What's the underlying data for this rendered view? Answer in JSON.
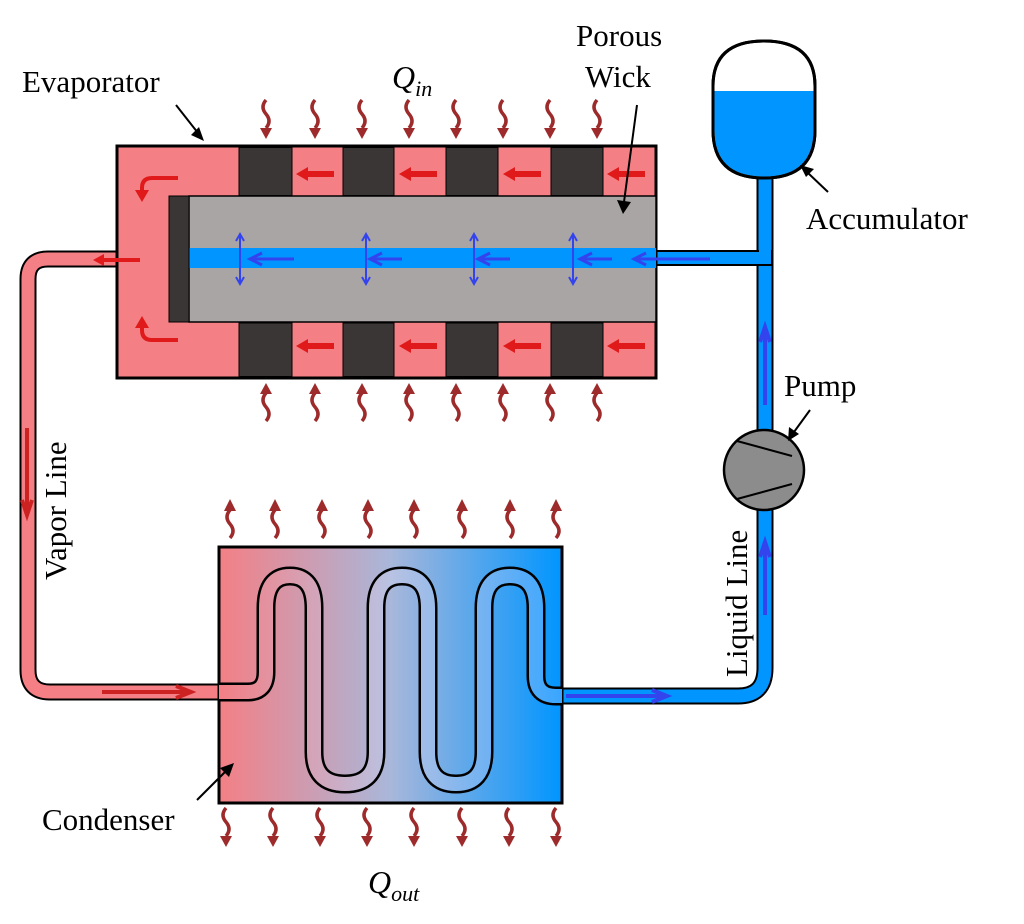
{
  "labels": {
    "evaporator": "Evaporator",
    "q_in_main": "Q",
    "q_in_sub": "in",
    "porous_line1": "Porous",
    "porous_line2": "Wick",
    "accumulator": "Accumulator",
    "pump": "Pump",
    "vapor_line": "Vapor Line",
    "liquid_line": "Liquid Line",
    "condenser": "Condenser",
    "q_out_main": "Q",
    "q_out_sub": "out"
  },
  "colors": {
    "vapor": "#f47f85",
    "vapor_dark": "#cc2222",
    "liquid": "#0095ff",
    "liquid_arrow": "#3344ee",
    "wick": "#aaa5a5",
    "dark_block": "#3a3636",
    "heat_arrow": "#9e2b2b",
    "pump": "#8c8c8c"
  }
}
